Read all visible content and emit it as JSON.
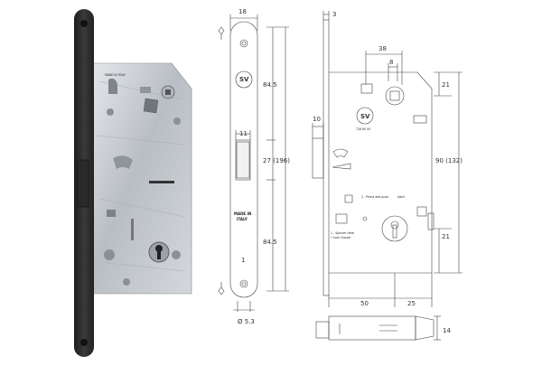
{
  "brand": {
    "logo": "SV"
  },
  "photo": {
    "stamp": "MADE IN ITALY"
  },
  "front_view": {
    "width": "18",
    "top_height": "84.5",
    "total_height": "27 (196)",
    "bottom_height": "84.5",
    "latch_width": "11",
    "hole_diameter": "Ø 5.3",
    "stamp_line1": "MADE IN",
    "stamp_line2": "ITALY",
    "marker": "1"
  },
  "side_view": {
    "faceplate_thickness": "3",
    "spindle_spacing": "38",
    "spindle_size": "8",
    "top_offset": "21",
    "height": "90 (132)",
    "bottom_offset": "21",
    "latch_projection": "10",
    "backset": "50",
    "keyhole_offset": "25",
    "code": "718 80 00",
    "label_1": "2 - Prima and push",
    "label_2": "latch",
    "label_3": "1 - Spinner Here",
    "label_4": "• Lock Closed",
    "bolt_thickness": "14"
  },
  "colors": {
    "faceplate": "#2b2b2b",
    "steel": "#c9cdd2",
    "line": "#444444"
  }
}
